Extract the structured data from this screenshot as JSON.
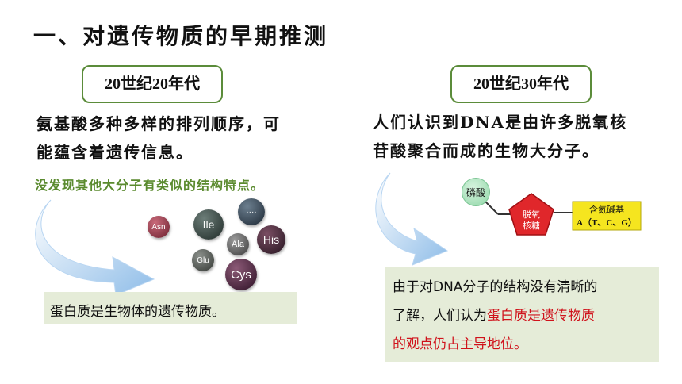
{
  "title": "一、对遗传物质的早期推测",
  "left": {
    "era": "20世纪20年代",
    "text_line1": "氨基酸多种多样的排列顺序，可",
    "text_line2": "能蕴含着遗传信息。",
    "note": "没发现其他大分子有类似的结构特点。",
    "amino_acids": [
      "Asn",
      "Ile",
      "····",
      "Ala",
      "His",
      "Glu",
      "Cys"
    ],
    "conclusion": "蛋白质是生物体的遗传物质。"
  },
  "right": {
    "era": "20世纪30年代",
    "text_line1": "人们认识到DNA是由许多脱氧核",
    "text_line2": "苷酸聚合而成的生物大分子。",
    "diagram": {
      "phosphate": "磷酸",
      "sugar": "脱氧\n核糖",
      "base_title": "含氮碱基",
      "base_types": "A（T、C、G）"
    },
    "conclusion_line1": "由于对DNA分子的结构没有清晰的",
    "conclusion_line2_pre": "了解，人们认为",
    "conclusion_line2_red": "蛋白质是遗传物质",
    "conclusion_line3_red": "的观点仍占主导地位。"
  },
  "colors": {
    "green_border": "#5b8c3a",
    "green_text": "#5a8a2e",
    "red": "#d0121b",
    "box_bg": "#e5ecd8",
    "arrow_blue": "#8fbde8"
  }
}
